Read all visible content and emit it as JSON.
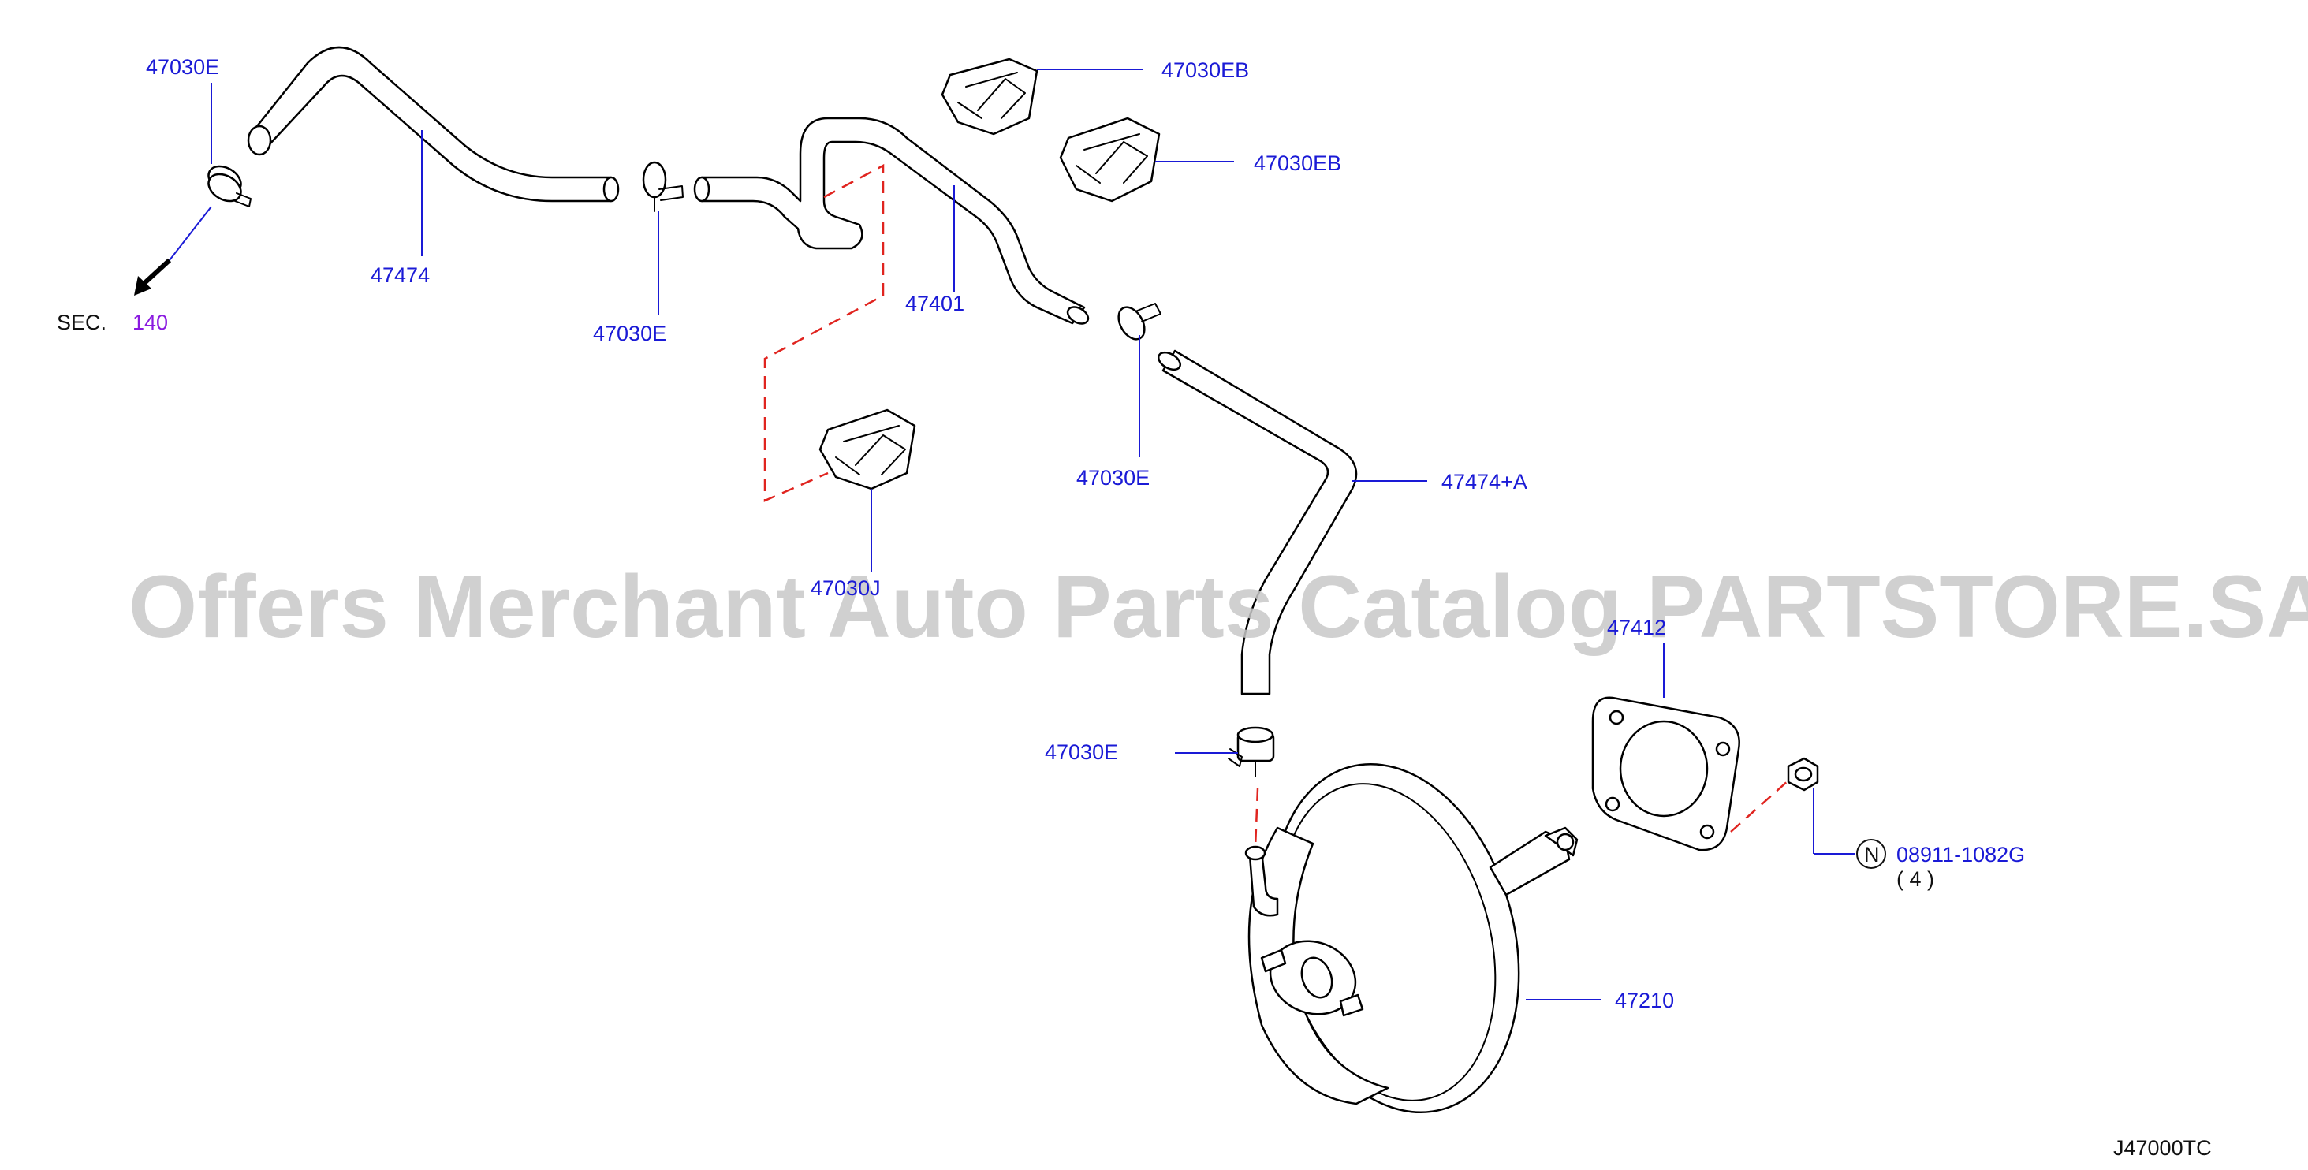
{
  "labels": {
    "l_47030E_a": "47030E",
    "l_47474": "47474",
    "l_sec_text": "SEC.",
    "l_sec_num": "140",
    "l_47030E_b": "47030E",
    "l_47030EB_a": "47030EB",
    "l_47030EB_b": "47030EB",
    "l_47401": "47401",
    "l_47030J": "47030J",
    "l_47030E_c": "47030E",
    "l_47474A": "47474+A",
    "l_47412": "47412",
    "l_47030E_d": "47030E",
    "l_N": "N",
    "l_08911": "08911-1082G",
    "l_qty": "( 4 )",
    "l_47210": "47210",
    "l_diagram_code": "J47000TC"
  },
  "watermark": "Offers Merchant Auto Parts Catalog PARTSTORE.SA",
  "colors": {
    "label_blue": "#1a1ad6",
    "section_purple": "#8a1ae0",
    "dashed_red": "#e0241f",
    "watermark_gray": "#c8c8c8"
  }
}
